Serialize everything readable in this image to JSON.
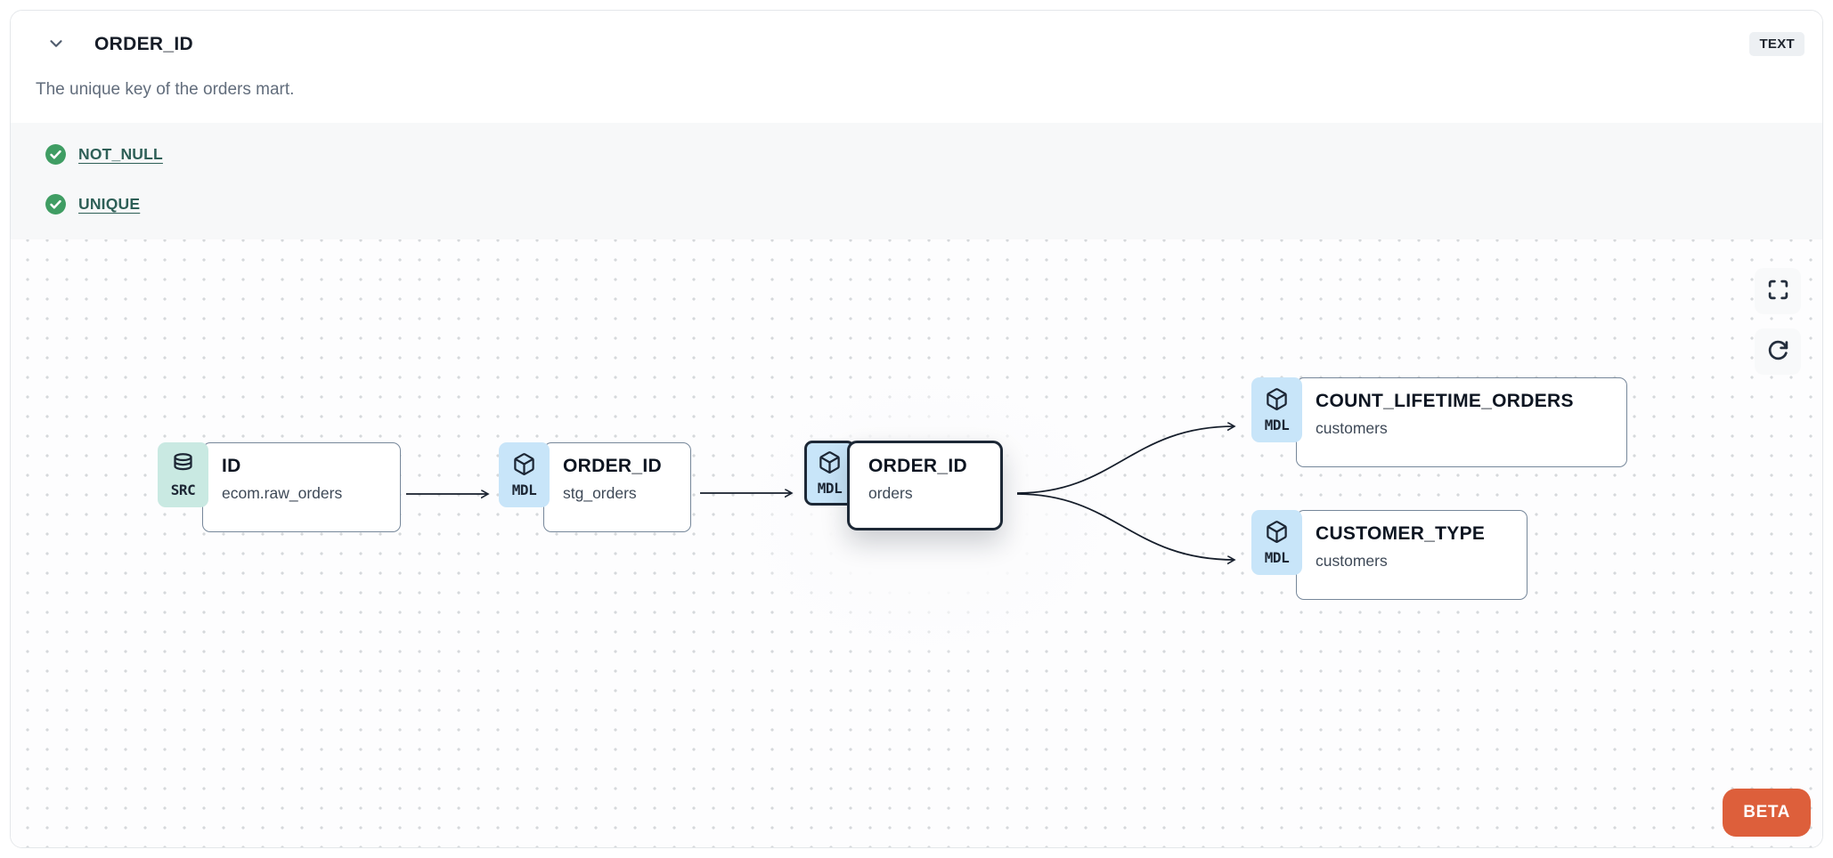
{
  "header": {
    "title": "ORDER_ID",
    "type_badge": "TEXT",
    "description": "The unique key of the orders mart."
  },
  "tests": {
    "items": [
      {
        "name": "NOT_NULL",
        "status": "pass"
      },
      {
        "name": "UNIQUE",
        "status": "pass"
      }
    ]
  },
  "lineage": {
    "nodes": [
      {
        "badge": "SRC",
        "icon": "database-icon",
        "title": "ID",
        "subtitle": "ecom.raw_orders",
        "selected": false
      },
      {
        "badge": "MDL",
        "icon": "cube-icon",
        "title": "ORDER_ID",
        "subtitle": "stg_orders",
        "selected": false
      },
      {
        "badge": "MDL",
        "icon": "cube-icon",
        "title": "ORDER_ID",
        "subtitle": "orders",
        "selected": true
      },
      {
        "badge": "MDL",
        "icon": "cube-icon",
        "title": "COUNT_LIFETIME_ORDERS",
        "subtitle": "customers",
        "selected": false
      },
      {
        "badge": "MDL",
        "icon": "cube-icon",
        "title": "CUSTOMER_TYPE",
        "subtitle": "customers",
        "selected": false
      }
    ],
    "edges": [
      {
        "from": "ID (ecom.raw_orders)",
        "to": "ORDER_ID (stg_orders)"
      },
      {
        "from": "ORDER_ID (stg_orders)",
        "to": "ORDER_ID (orders)"
      },
      {
        "from": "ORDER_ID (orders)",
        "to": "COUNT_LIFETIME_ORDERS (customers)"
      },
      {
        "from": "ORDER_ID (orders)",
        "to": "CUSTOMER_TYPE (customers)"
      }
    ],
    "beta_label": "BETA"
  },
  "colors": {
    "accent_orange": "#dd5f3b",
    "test_pass_green": "#3f9d63",
    "link_teal": "#2e5f57",
    "src_badge_teal": "#c9e9e2",
    "mdl_badge_blue": "#c8e5f9",
    "selected_border": "#1d2836",
    "type_badge_bg": "#edf0f3"
  }
}
